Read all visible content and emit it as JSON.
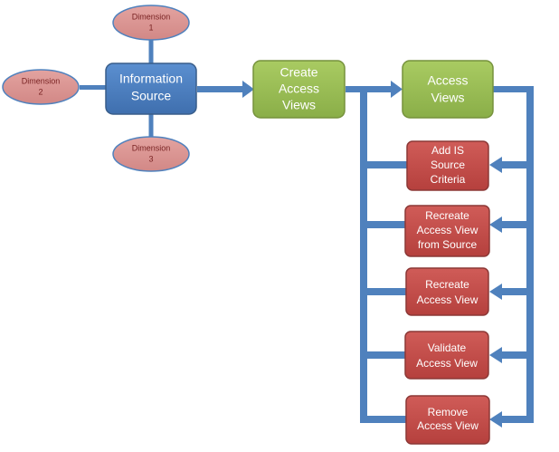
{
  "diagram": {
    "dimensions": [
      {
        "line1": "Dimension",
        "line2": "1"
      },
      {
        "line1": "Dimension",
        "line2": "2"
      },
      {
        "line1": "Dimension",
        "line2": "3"
      }
    ],
    "information_source": {
      "line1": "Information",
      "line2": "Source"
    },
    "create_access_views": {
      "line1": "Create",
      "line2": "Access",
      "line3": "Views"
    },
    "access_views": {
      "line1": "Access",
      "line2": "Views"
    },
    "actions": [
      {
        "line1": "Add IS",
        "line2": "Source",
        "line3": "Criteria"
      },
      {
        "line1": "Recreate",
        "line2": "Access View",
        "line3": "from Source"
      },
      {
        "line1": "Recreate",
        "line2": "Access View"
      },
      {
        "line1": "Validate",
        "line2": "Access View"
      },
      {
        "line1": "Remove",
        "line2": "Access View"
      }
    ],
    "colors": {
      "blue_node": "#4f81bd",
      "green_node": "#9bbb59",
      "red_node": "#c0504d",
      "dimension_ellipse": "#d99694",
      "connector": "#4f81bd"
    }
  }
}
